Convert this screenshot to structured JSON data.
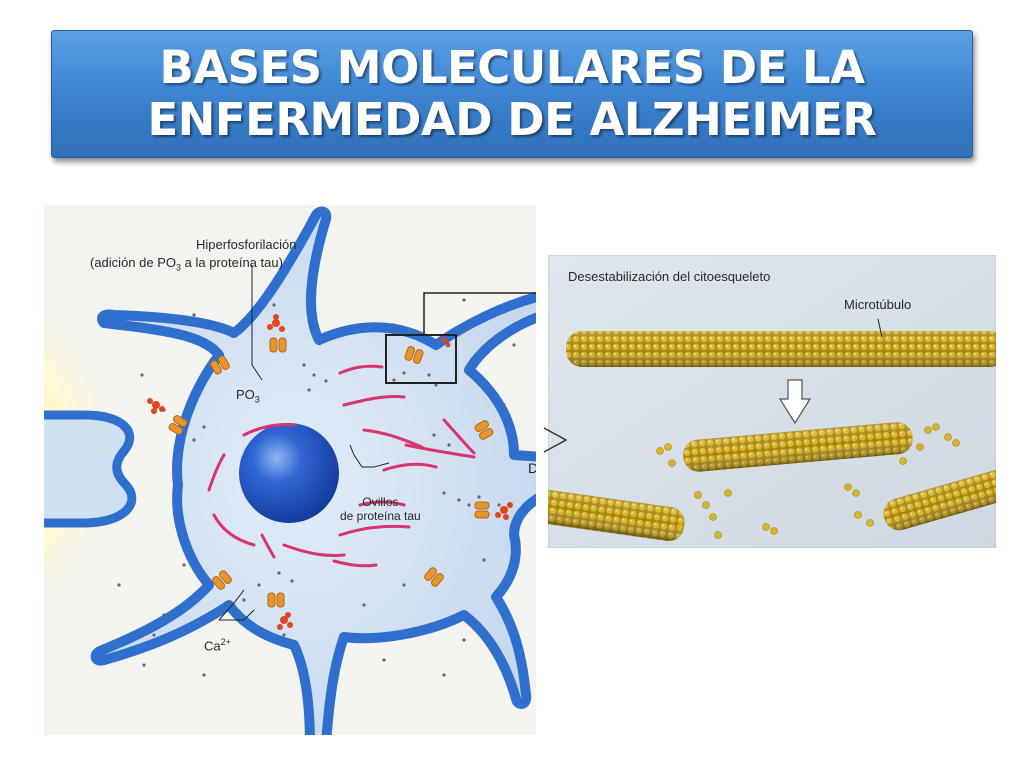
{
  "title": {
    "line1": "BASES MOLECULARES DE LA",
    "line2": "ENFERMEDAD DE ALZHEIMER"
  },
  "neuron_figure": {
    "hiperfosforilacion_label": "Hiperfosforilación",
    "hiperfosforilacion_sub_pre": "(adición de PO",
    "hiperfosforilacion_sub_subscript": "3",
    "hiperfosforilacion_sub_post": " a la proteína tau)",
    "po3_label": "PO",
    "po3_subscript": "3",
    "ovillos_line1": "Ovillos",
    "ovillos_line2": "de proteína tau",
    "ca_label": "Ca",
    "ca_superscript": "2+"
  },
  "microtubule_figure": {
    "heading": "Desestabilización del citoesqueleto",
    "microtubulo_label": "Microtúbulo"
  },
  "colors": {
    "title_blue": "#3f86d3",
    "membrane_blue": "#2f6fce",
    "cytoplasm": "#cfe0f0",
    "nucleus": "#1f55c0",
    "tau_red": "#d8346e",
    "receptor_orange": "#e6962a",
    "microtubule_gold": "#c9a21a"
  }
}
